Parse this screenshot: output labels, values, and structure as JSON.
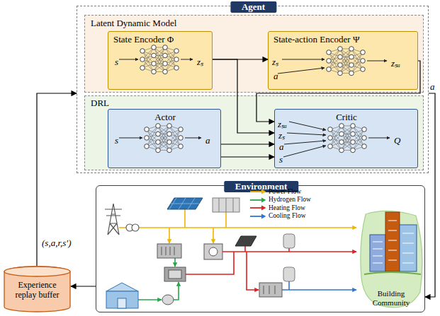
{
  "diagram": {
    "nodes": [
      {
        "text": [
          "Agent"
        ]
      },
      {
        "text": [
          "Latent Dynamic Model"
        ],
        "in": 0
      },
      {
        "text": [
          "State Encoder Φ",
          "s",
          "zₛ"
        ],
        "in": 1
      },
      {
        "text": [
          "State-action Encoder Ψ",
          "zₛ",
          "a",
          "zₛₐ"
        ],
        "in": 1
      },
      {
        "text": [
          "DRL"
        ],
        "in": 0
      },
      {
        "text": [
          "Actor",
          "s",
          "a"
        ],
        "in": 4
      },
      {
        "text": [
          "Critic",
          "zₛₐ",
          "zₛ",
          "a",
          "s",
          "Q"
        ],
        "in": 4
      },
      {
        "text": [
          "Environment"
        ]
      },
      {
        "text": [
          "Building Community"
        ],
        "in": 7
      },
      {
        "text": [
          "Experience replay buffer"
        ]
      }
    ],
    "edges": [
      {
        "from": 9,
        "to": 0,
        "arrow": "to",
        "label": "(s,a,r,s′)"
      },
      {
        "from": 0,
        "to": 7,
        "arrow": "to",
        "label": "a"
      },
      {
        "from": 7,
        "to": 9,
        "arrow": "to"
      },
      {
        "from": 2,
        "to": 3,
        "arrow": "to"
      },
      {
        "from": 2,
        "to": 6,
        "arrow": "to"
      },
      {
        "from": 3,
        "to": 6,
        "arrow": "to"
      },
      {
        "from": 5,
        "to": 6,
        "arrow": "to"
      },
      {
        "from": 5,
        "to": 6,
        "arrow": "to"
      }
    ],
    "legend": [
      {
        "text": "Power Flow",
        "color": "#f0b400"
      },
      {
        "text": "Hydrogen Flow",
        "color": "#22a84a"
      },
      {
        "text": "Heating Flow",
        "color": "#e02020"
      },
      {
        "text": "Cooling Flow",
        "color": "#2f75d6"
      }
    ]
  }
}
